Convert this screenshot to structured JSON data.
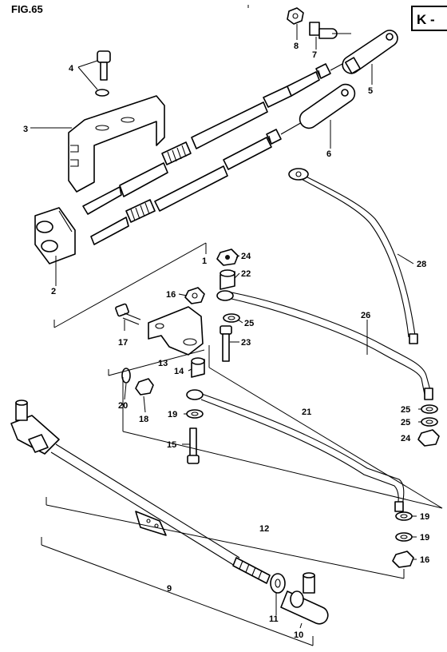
{
  "figure": {
    "title": "FIG.65",
    "badge": "K -"
  },
  "callouts": [
    {
      "id": "c1",
      "text": "1"
    },
    {
      "id": "c2",
      "text": "2"
    },
    {
      "id": "c3",
      "text": "3"
    },
    {
      "id": "c4",
      "text": "4"
    },
    {
      "id": "c5",
      "text": "5"
    },
    {
      "id": "c6",
      "text": "6"
    },
    {
      "id": "c7",
      "text": "7"
    },
    {
      "id": "c8",
      "text": "8"
    },
    {
      "id": "c9",
      "text": "9"
    },
    {
      "id": "c10",
      "text": "10"
    },
    {
      "id": "c11",
      "text": "11"
    },
    {
      "id": "c12",
      "text": "12"
    },
    {
      "id": "c13",
      "text": "13"
    },
    {
      "id": "c14",
      "text": "14"
    },
    {
      "id": "c15",
      "text": "15"
    },
    {
      "id": "c16a",
      "text": "16"
    },
    {
      "id": "c16b",
      "text": "16"
    },
    {
      "id": "c17",
      "text": "17"
    },
    {
      "id": "c18",
      "text": "18"
    },
    {
      "id": "c19a",
      "text": "19"
    },
    {
      "id": "c19b",
      "text": "19"
    },
    {
      "id": "c19c",
      "text": "19"
    },
    {
      "id": "c20",
      "text": "20"
    },
    {
      "id": "c21",
      "text": "21"
    },
    {
      "id": "c22",
      "text": "22"
    },
    {
      "id": "c23",
      "text": "23"
    },
    {
      "id": "c24a",
      "text": "24"
    },
    {
      "id": "c24b",
      "text": "24"
    },
    {
      "id": "c25a",
      "text": "25"
    },
    {
      "id": "c25b",
      "text": "25"
    },
    {
      "id": "c25c",
      "text": "25"
    },
    {
      "id": "c26",
      "text": "26"
    },
    {
      "id": "c28",
      "text": "28"
    }
  ]
}
